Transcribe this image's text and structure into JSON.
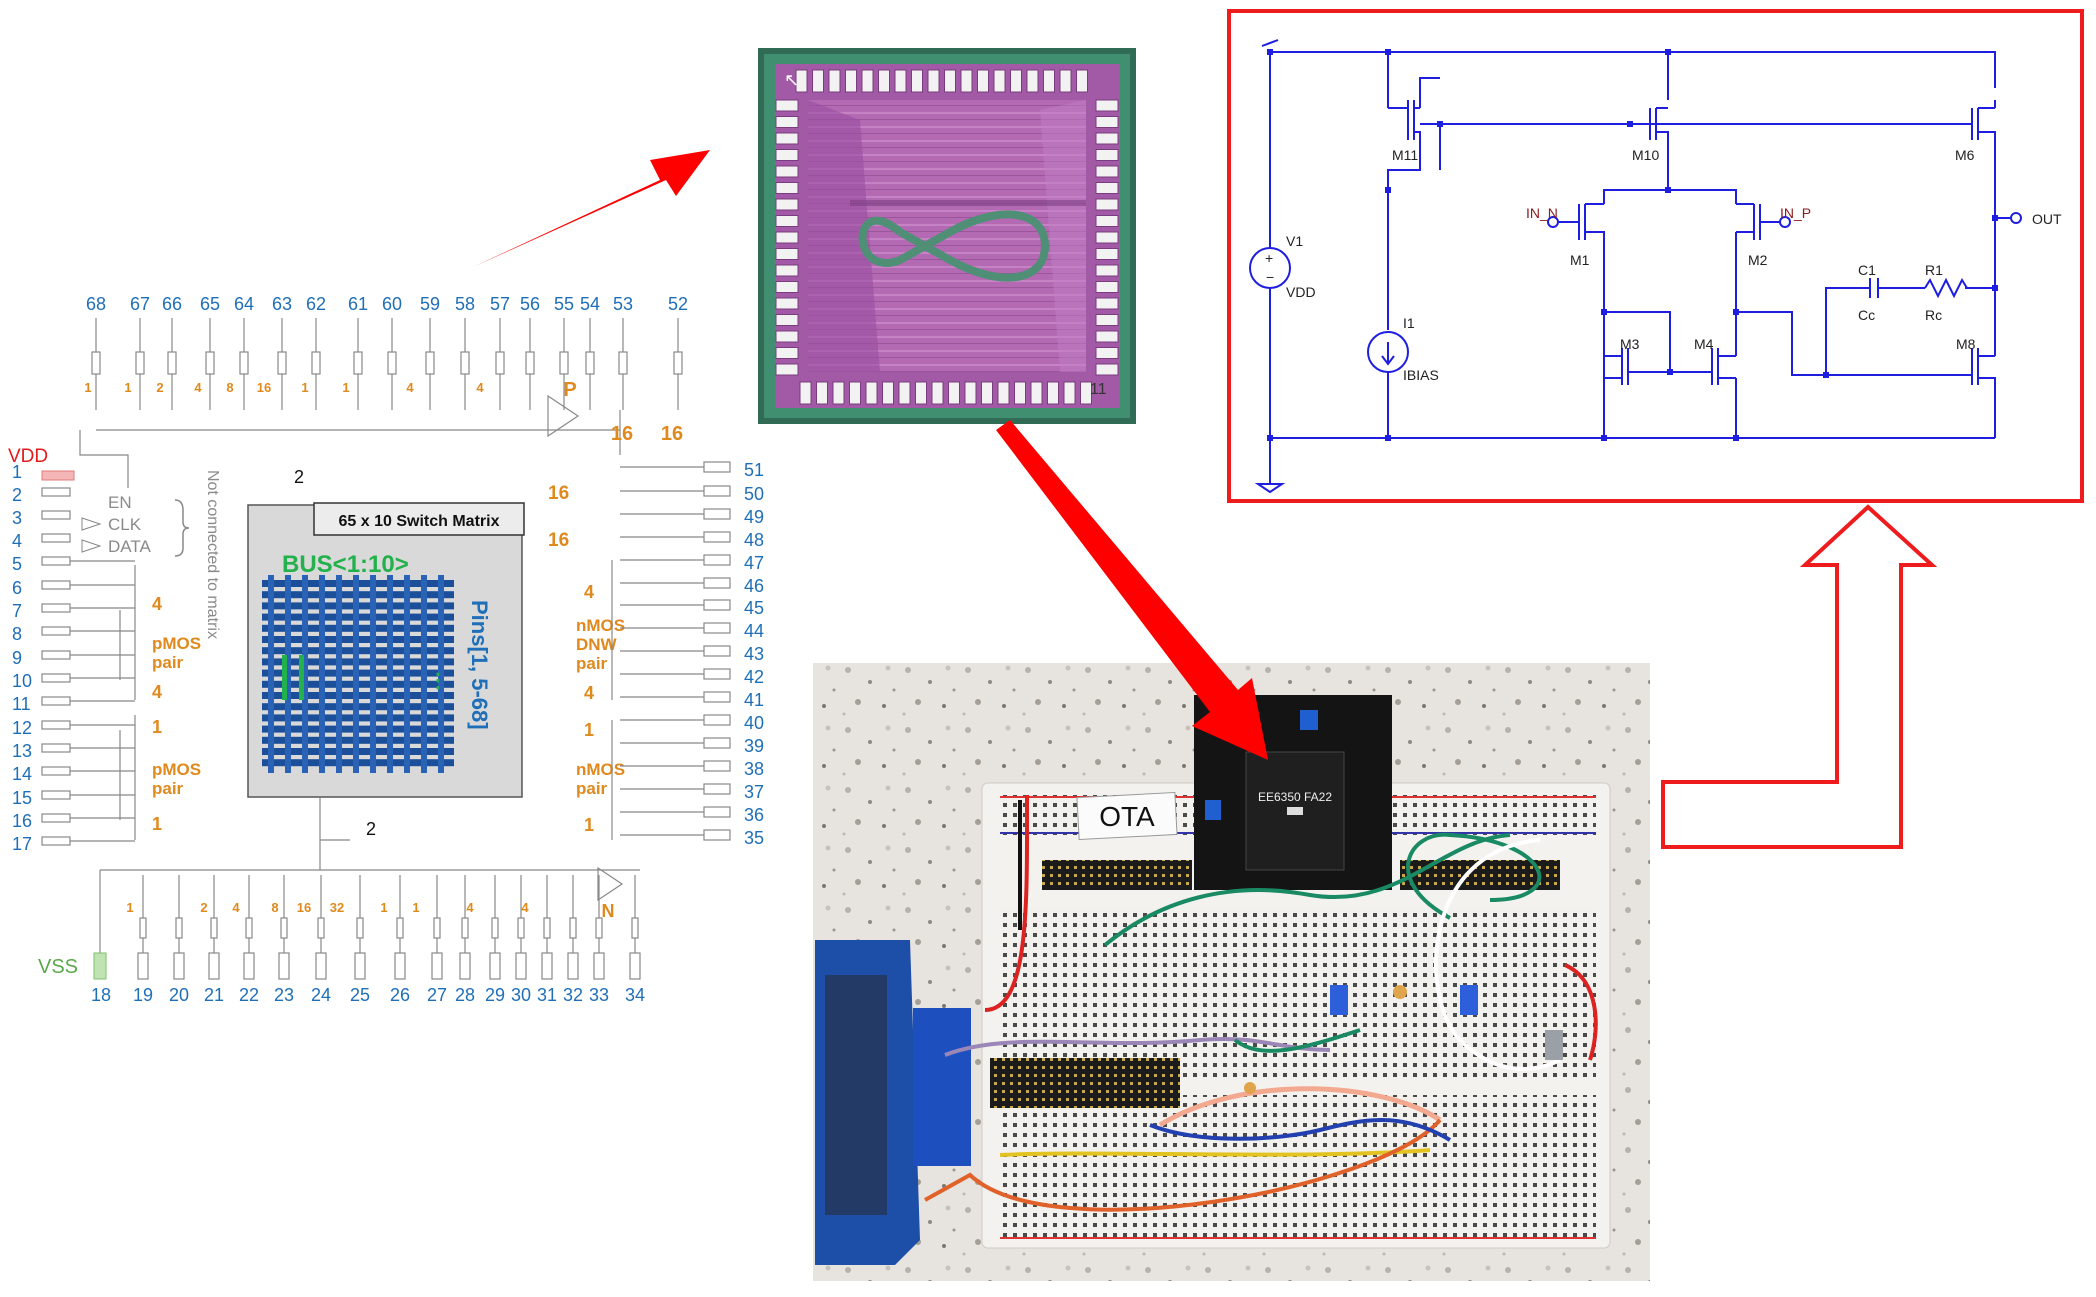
{
  "pin_diagram": {
    "top_pins": [
      "68",
      "67",
      "66",
      "65",
      "64",
      "63",
      "62",
      "61",
      "60",
      "59",
      "58",
      "57",
      "56",
      "55",
      "54",
      "53",
      "52"
    ],
    "top_multipliers": [
      "1",
      "1",
      "2",
      "4",
      "8",
      "16",
      "1",
      "1",
      "4",
      "4",
      "P",
      "16",
      "16"
    ],
    "left_pins": [
      "1",
      "2",
      "3",
      "4",
      "5",
      "6",
      "7",
      "8",
      "9",
      "10",
      "11",
      "12",
      "13",
      "14",
      "15",
      "16",
      "17"
    ],
    "right_pins": [
      "51",
      "50",
      "49",
      "48",
      "47",
      "46",
      "45",
      "44",
      "43",
      "42",
      "41",
      "40",
      "39",
      "38",
      "37",
      "36",
      "35"
    ],
    "bottom_pins": [
      "19",
      "20",
      "21",
      "22",
      "23",
      "24",
      "25",
      "26",
      "27",
      "28",
      "29",
      "30",
      "31",
      "32",
      "33",
      "34"
    ],
    "bottom_multipliers": [
      "1",
      "2",
      "4",
      "8",
      "16",
      "32",
      "1",
      "1",
      "4",
      "4",
      "N"
    ],
    "vdd_label": "VDD",
    "vss_label": "VSS",
    "vss_pin": "18",
    "control_labels": [
      "EN",
      "CLK",
      "DATA"
    ],
    "not_connected_note": "Not connected to matrix",
    "switch_matrix_title": "65 x 10 Switch Matrix",
    "bus_label": "BUS<1:10>",
    "pins_label": "Pins[1, 5-68]",
    "left_groups": [
      {
        "label": "pMOS pair",
        "mult_top": "4",
        "mult_bottom": "4"
      },
      {
        "label": "pMOS pair",
        "mult_top": "1",
        "mult_bottom": "1"
      }
    ],
    "right_groups": [
      {
        "label": "nMOS DNW pair",
        "mult_top": "4",
        "mult_bottom": "4"
      },
      {
        "label": "nMOS pair",
        "mult_top": "1",
        "mult_bottom": "1"
      }
    ],
    "right_top_mults": [
      "16",
      "16"
    ],
    "top_switch_num": "2",
    "bottom_switch_num": "2"
  },
  "die_photo": {
    "corner_label": "11"
  },
  "breadboard": {
    "ota_label": "OTA",
    "chip_label": "EE6350 FA22"
  },
  "schematic": {
    "transistors": [
      "M11",
      "M10",
      "M6",
      "M1",
      "M2",
      "M3",
      "M4",
      "M8"
    ],
    "source_labels": [
      "V1",
      "VDD",
      "I1",
      "IBIAS"
    ],
    "inputs": [
      "IN_N",
      "IN_P"
    ],
    "output": "OUT",
    "components": [
      "C1",
      "Cc",
      "R1",
      "Rc"
    ]
  },
  "colors": {
    "arrow": "#ff0000",
    "wire": "#1e1ee0",
    "pin_blue": "#1f6fb8",
    "mult_orange": "#e08a1e",
    "vdd_red": "#e31b1b",
    "vss_green": "#5aa84a",
    "bus_green": "#22b14c"
  }
}
